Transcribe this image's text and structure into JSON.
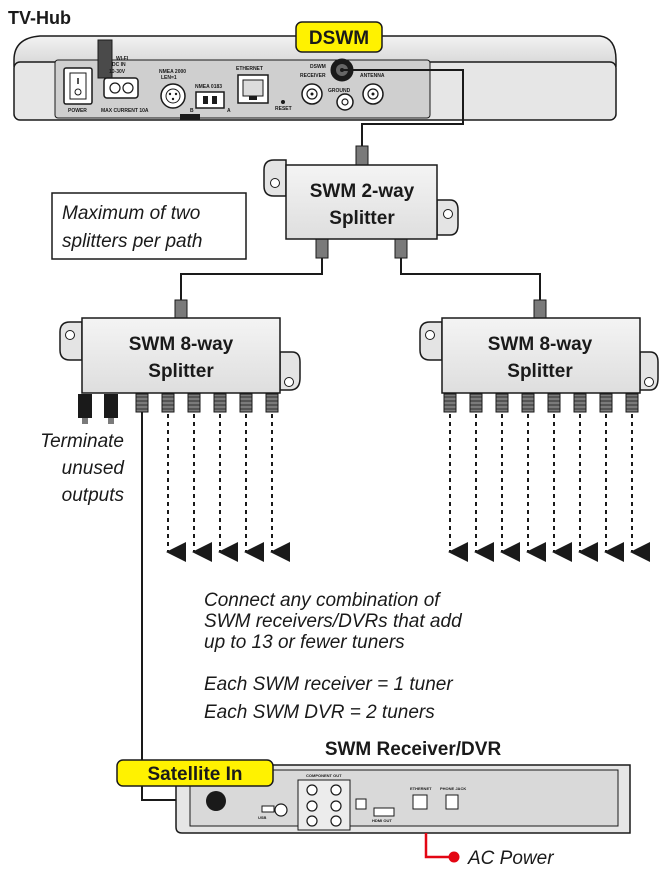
{
  "title": "TV-Hub",
  "tvhub": {
    "callout": "DSWM",
    "wifi": "WI-FI",
    "power": "POWER",
    "dc_in": "DC IN",
    "dc_range": "10-30V",
    "max_current": "MAX CURRENT 10A",
    "nmea2000": "NMEA 2000",
    "nmea2000_sub": "LEN=1",
    "nmea0183": "NMEA 0183",
    "nmea_b": "B",
    "nmea_a": "A",
    "ethernet": "ETHERNET",
    "reset": "RESET",
    "dswm_port": "DSWM",
    "receiver": "RECEIVER",
    "ground": "GROUND",
    "antenna": "ANTENNA"
  },
  "splitter2": {
    "line1": "SWM 2-way",
    "line2": "Splitter"
  },
  "splitter8_left": {
    "line1": "SWM 8-way",
    "line2": "Splitter"
  },
  "splitter8_right": {
    "line1": "SWM 8-way",
    "line2": "Splitter"
  },
  "note_max": {
    "line1": "Maximum of two",
    "line2": "splitters per path"
  },
  "terminate": {
    "line1": "Terminate",
    "line2": "unused",
    "line3": "outputs"
  },
  "connect": {
    "line1": "Connect any combination of",
    "line2": "SWM receivers/DVRs that add",
    "line3": "up to 13 or fewer tuners",
    "line4": "Each SWM receiver = 1 tuner",
    "line5": "Each SWM DVR = 2 tuners"
  },
  "receiver": {
    "title": "SWM Receiver/DVR",
    "callout": "Satellite In",
    "component_out": "COMPONENT OUT",
    "ethernet": "ETHERNET",
    "phone_jack": "PHONE JACK",
    "hdmi": "HDMI OUT",
    "usb": "USB"
  },
  "ac_power": "AC Power",
  "colors": {
    "callout_fill": "#fff200",
    "device_fill": "#e8e8e8",
    "device_panel": "#c9c9c9",
    "ac_power_red": "#e30613",
    "line": "#1a1a1a"
  }
}
